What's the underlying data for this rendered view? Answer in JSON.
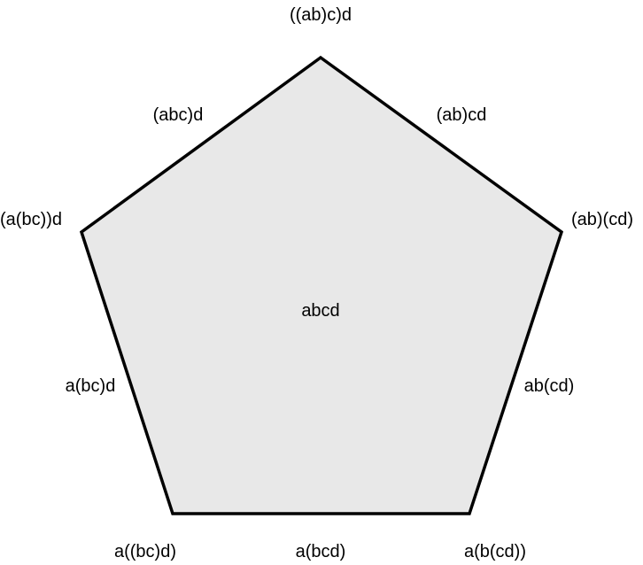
{
  "diagram": {
    "face_label": "abcd",
    "colors": {
      "face_fill": "#e8e8e8",
      "edge_stroke": "#000000",
      "label_text": "#000000",
      "background": "#ffffff"
    },
    "vertex_labels": {
      "top": "((ab)c)d",
      "upper_left": "(a(bc))d",
      "upper_right": "(ab)(cd)",
      "lower_left": "a((bc)d)",
      "lower_right": "a(b(cd))"
    },
    "edge_labels": {
      "top_left": "(abc)d",
      "top_right": "(ab)cd",
      "left": "a(bc)d",
      "right": "ab(cd)",
      "bottom": "a(bcd)"
    }
  }
}
